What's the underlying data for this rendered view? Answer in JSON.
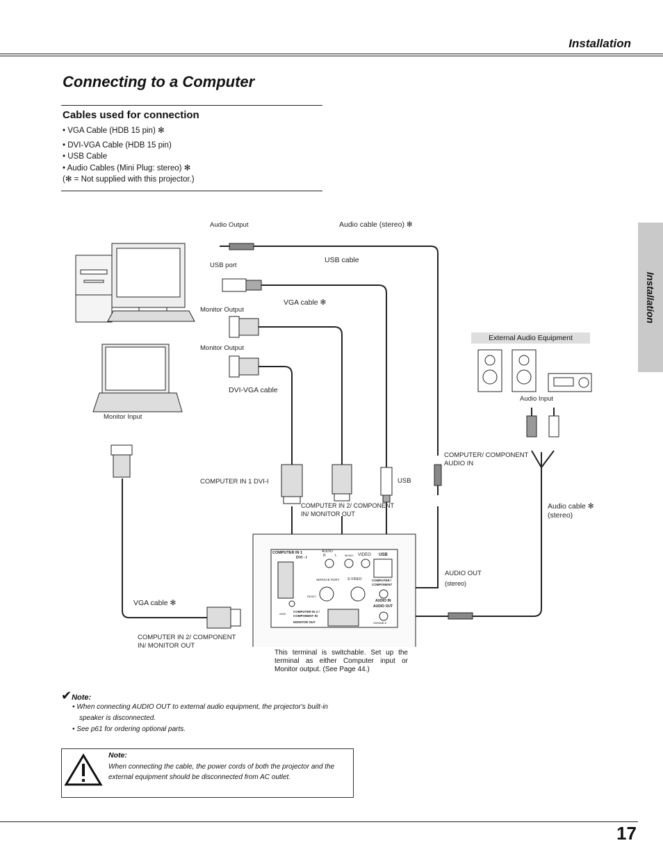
{
  "header": {
    "section_title": "Installation"
  },
  "page_title": "Connecting to a Computer",
  "cables": {
    "heading": "Cables used for connection",
    "items": [
      "• VGA Cable (HDB 15 pin) ✻",
      "• DVI-VGA Cable (HDB 15 pin)",
      "• USB Cable",
      "• Audio Cables (Mini Plug: stereo)  ✻",
      "(✻ = Not supplied with this projector.)"
    ]
  },
  "side_tab": "Installation",
  "diagram": {
    "audio_output": "Audio Output",
    "audio_cable_stereo": "Audio cable (stereo) ✻",
    "usb_port": "USB port",
    "usb_cable": "USB cable",
    "vga_cable_top": "VGA cable ✻",
    "monitor_output_1": "Monitor Output",
    "monitor_output_2": "Monitor Output",
    "dvi_vga_cable": "DVI-VGA cable",
    "monitor_input": "Monitor Input",
    "external_audio_equipment": "External Audio Equipment",
    "audio_input": "Audio Input",
    "computer_component_audio_in": "COMPUTER/ COMPONENT\nAUDIO IN",
    "computer_in_1_dvi": "COMPUTER IN 1 DVI-I",
    "usb": "USB",
    "computer_in_2_top": "COMPUTER IN 2/ COMPONENT\nIN/ MONITOR OUT",
    "audio_cable_right": "Audio cable ✻\n(stereo)",
    "audio_out": "AUDIO OUT",
    "audio_out_stereo": "(stereo)",
    "vga_cable_bottom": "VGA cable ✻",
    "computer_in_2_bottom": "COMPUTER IN 2/ COMPONENT\nIN/ MONITOR OUT",
    "terminal_note": "This terminal is switchable. Set up the terminal as either Computer input or Monitor output.  (See Page 44.)",
    "panel": {
      "computer_in_1": "COMPUTER IN 1",
      "dvi_i": "DVI - I",
      "audio": "AUDIO",
      "r": "R",
      "l": "L",
      "mono": "MONO",
      "video": "VIDEO",
      "usb": "USB",
      "service_port": "SERVICE PORT",
      "s_video": "S-VIDEO",
      "computer_component": "COMPUTER /\nCOMPONENT",
      "audio_in": "AUDIO  IN",
      "reset": "RESET",
      "computer_in_2": "COMPUTER IN 2 /\nCOMPONENT IN",
      "monitor_out": "MONITOR OUT",
      "audio_out": "AUDIO  OUT",
      "variable": "VARIABLE",
      "ansi": "ANSI"
    }
  },
  "note": {
    "label": "Note:",
    "items": [
      "• When connecting AUDIO OUT to external audio equipment, the projector's built-in speaker is disconnected.",
      "• See p61 for ordering optional parts."
    ]
  },
  "caution": {
    "label": "Note:",
    "text": "When connecting the cable, the power cords of both the projector and the external equipment should be disconnected from AC outlet."
  },
  "page_number": "17"
}
